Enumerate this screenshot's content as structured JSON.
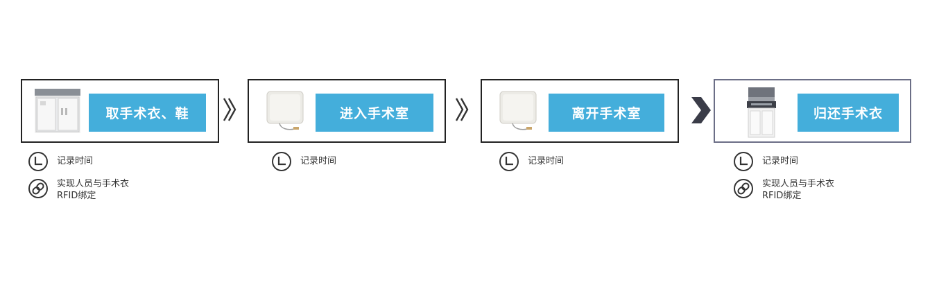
{
  "steps": [
    {
      "label": "取手术衣、鞋",
      "image": "gown-dispenser-cabinet-image"
    },
    {
      "label": "进入手术室",
      "image": "rfid-reader-antenna-image"
    },
    {
      "label": "离开手术室",
      "image": "rfid-reader-antenna-image"
    },
    {
      "label": "归还手术衣",
      "image": "gown-return-cabinet-image"
    }
  ],
  "arrows": [
    "double-chevron-right-icon",
    "double-chevron-right-icon",
    "bold-chevron-right-icon"
  ],
  "notes": {
    "record_time": "记录时间",
    "bind_line1": "实现人员与手术衣",
    "bind_line2": "RFID绑定"
  },
  "colors": {
    "label_bg": "#44aedb",
    "border": "#222222",
    "last_border": "#6b6e86",
    "icon": "#333333"
  }
}
